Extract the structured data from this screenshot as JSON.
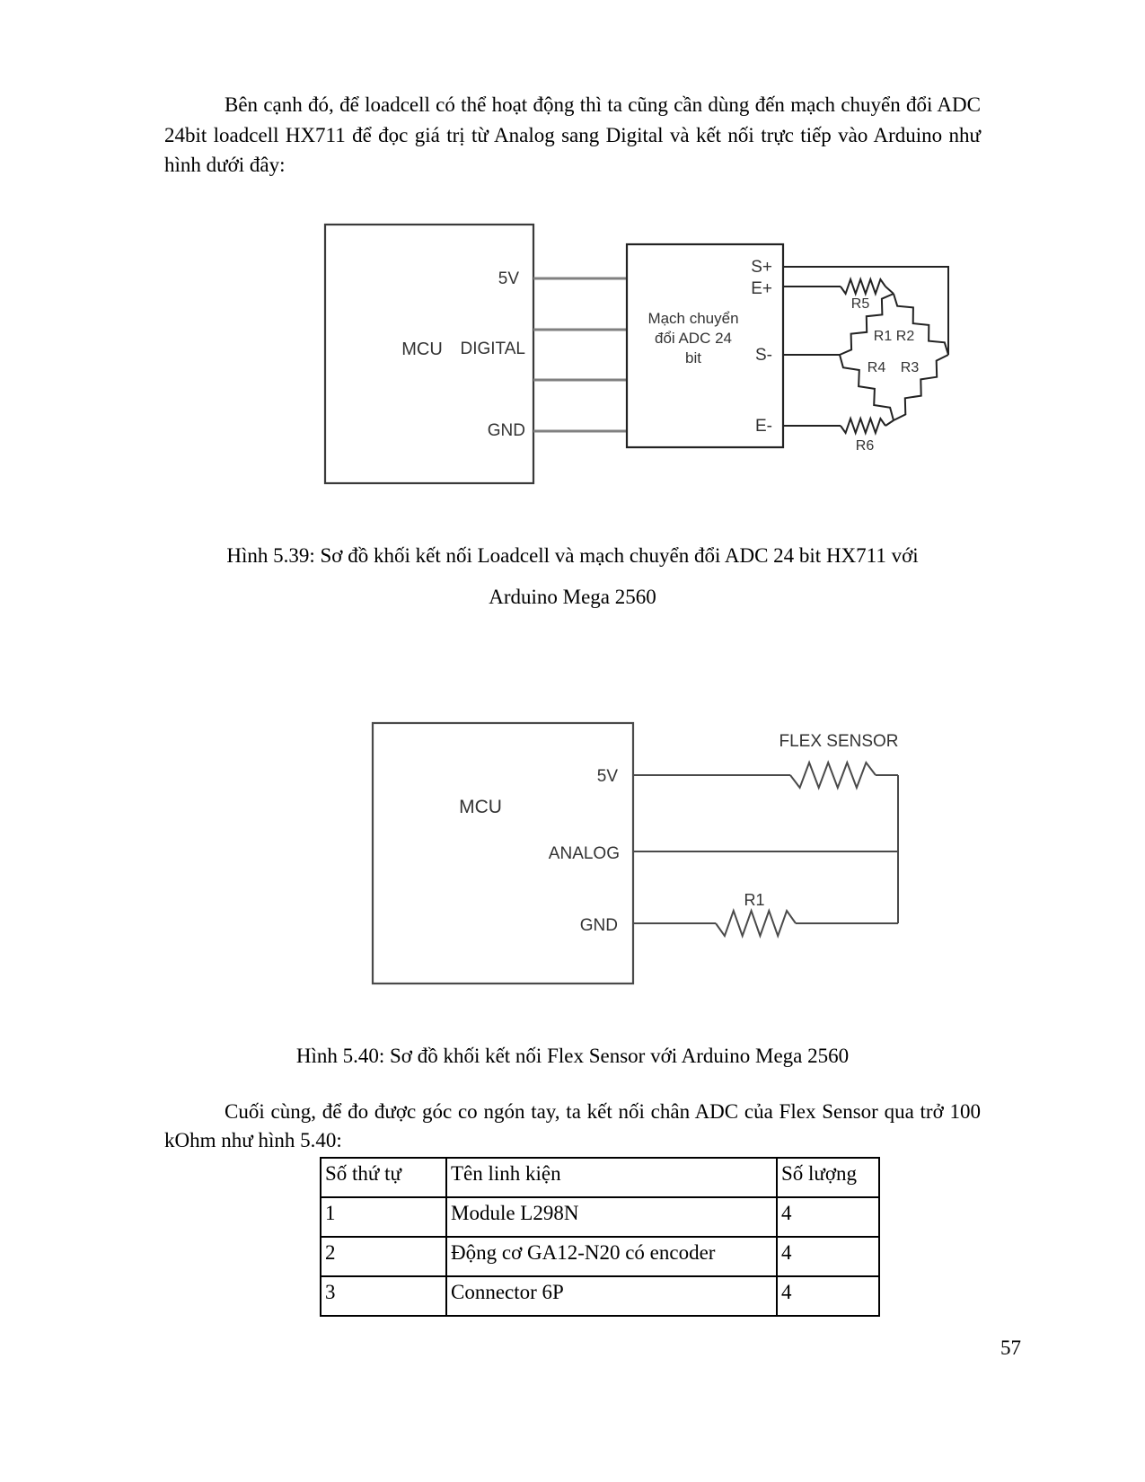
{
  "colors": {
    "background": "#ffffff",
    "text": "#000000",
    "diagram_wire": "#808080",
    "diagram_line": "#222222"
  },
  "paragraph1": "Bên cạnh đó, để loadcell có thể hoạt động thì ta cũng cần dùng đến mạch chuyển đổi ADC 24bit loadcell HX711 để đọc giá trị từ Analog sang Digital và kết nối trực tiếp vào Arduino như hình dưới đây:",
  "figure1": {
    "mcu_label": "MCU",
    "pin_5v": "5V",
    "pin_digital": "DIGITAL",
    "pin_gnd": "GND",
    "adc_box_line1": "Mạch chuyển",
    "adc_box_line2": "đổi ADC 24",
    "adc_box_line3": "bit",
    "pin_splus": "S+",
    "pin_eplus": "E+",
    "pin_sminus": "S-",
    "pin_eminus": "E-",
    "r1": "R1",
    "r2": "R2",
    "r3": "R3",
    "r4": "R4",
    "r5": "R5",
    "r6": "R6",
    "caption_line1": "Hình 5.39: Sơ đồ khối kết nối Loadcell và mạch chuyển đổi ADC 24 bit HX711 với",
    "caption_line2": "Arduino Mega 2560"
  },
  "figure2": {
    "mcu_label": "MCU",
    "pin_5v": "5V",
    "pin_analog": "ANALOG",
    "pin_gnd": "GND",
    "flex_label": "FLEX SENSOR",
    "r1_label": "R1",
    "caption": "Hình 5.40: Sơ đồ khối kết nối Flex Sensor với Arduino Mega 2560"
  },
  "paragraph2": "Cuối cùng, để đo được góc co ngón tay, ta kết nối chân ADC của Flex Sensor qua trở 100 kOhm như hình 5.40:",
  "table": {
    "headers": [
      "Số thứ tự",
      "Tên linh kiện",
      "Số lượng"
    ],
    "rows": [
      [
        "1",
        "Module L298N",
        "4"
      ],
      [
        "2",
        "Động cơ GA12-N20 có encoder",
        "4"
      ],
      [
        "3",
        "Connector 6P",
        "4"
      ]
    ]
  },
  "page": {
    "number": "57"
  }
}
